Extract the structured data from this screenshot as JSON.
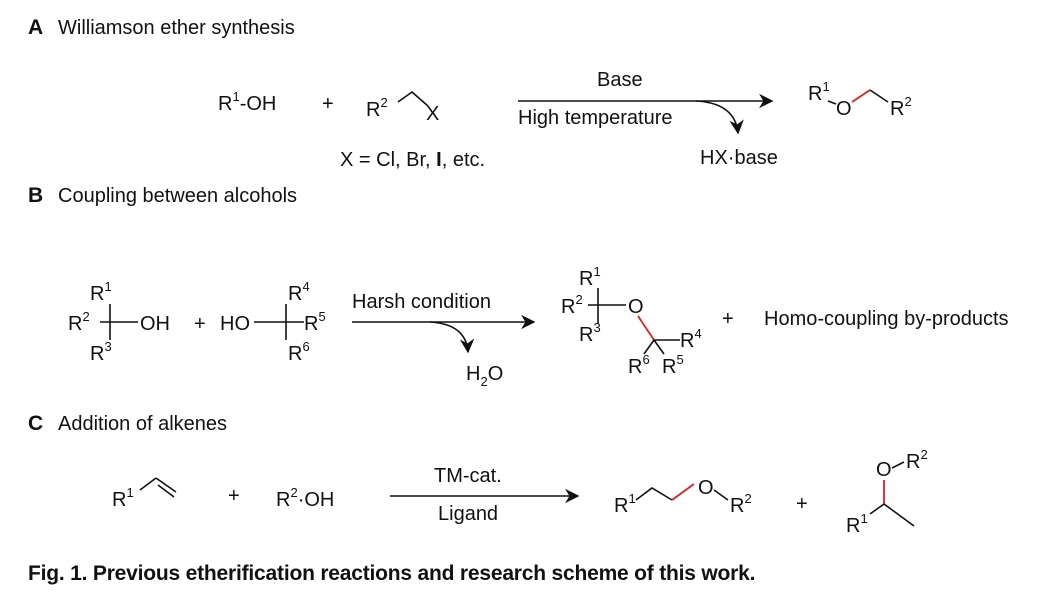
{
  "sections": {
    "a": {
      "letter": "A",
      "title": "Williamson ether synthesis"
    },
    "b": {
      "letter": "B",
      "title": "Coupling between alcohols"
    },
    "c": {
      "letter": "C",
      "title": "Addition of alkenes"
    }
  },
  "reaction_a": {
    "alcohol": "R1-OH",
    "halide_r": "R2",
    "halide_x": "X",
    "plus": "+",
    "condition_above": "Base",
    "condition_below": "High temperature",
    "byproduct": "HX·base",
    "x_note_prefix": "X = Cl, Br, ",
    "x_note_bold": "I",
    "x_note_suffix": ", etc.",
    "product_r1": "R1",
    "product_o": "O",
    "product_r2": "R2"
  },
  "reaction_b": {
    "r1": "R1",
    "r2": "R2",
    "r3": "R3",
    "oh": "OH",
    "plus1": "+",
    "ho": "HO",
    "r4": "R4",
    "r5": "R5",
    "r6": "R6",
    "condition": "Harsh condition",
    "byproduct": "H2O",
    "p_r1": "R1",
    "p_r2": "R2",
    "p_r3": "R3",
    "p_o": "O",
    "p_r4": "R4",
    "p_r5": "R5",
    "p_r6": "R6",
    "plus2": "+",
    "side_products": "Homo-coupling by-products"
  },
  "reaction_c": {
    "alkene_r": "R1",
    "plus1": "+",
    "alcohol": "R2·OH",
    "condition_above": "TM-cat.",
    "condition_below": "Ligand",
    "linear_r1": "R1",
    "linear_o": "O",
    "linear_r2": "R2",
    "plus2": "+",
    "branched_o": "O",
    "branched_r2": "R2",
    "branched_r1": "R1"
  },
  "caption": "Fig. 1. Previous etherification reactions and research scheme of this work."
}
